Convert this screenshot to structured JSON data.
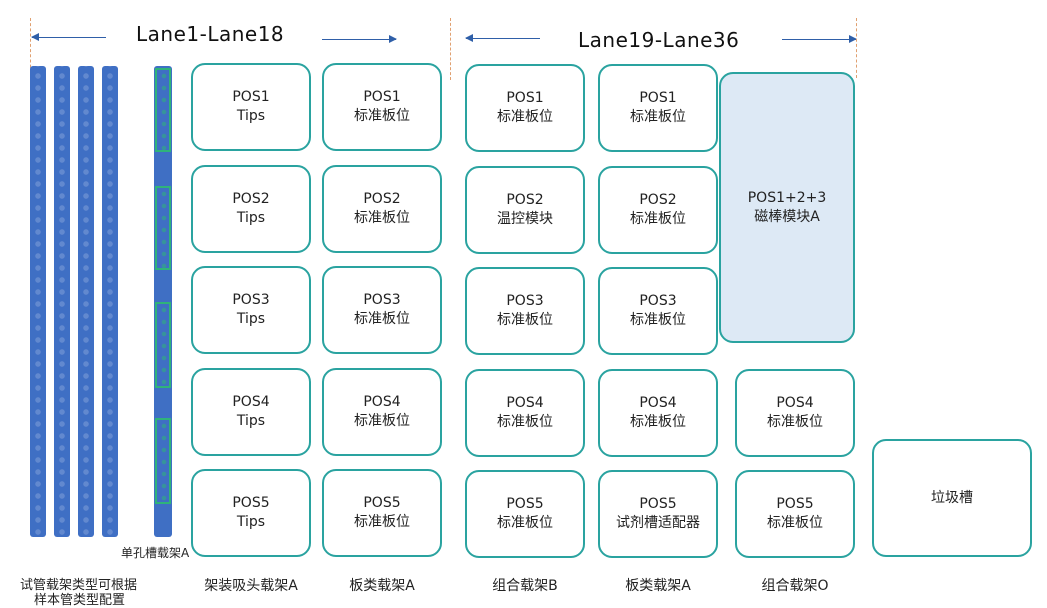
{
  "header": {
    "left_title": "Lane1-Lane18",
    "right_title": "Lane19-Lane36"
  },
  "tube_rack_label_line1": "试管载架类型可根据",
  "tube_rack_label_line2": "样本管类型配置",
  "single_rack_label": "单孔槽载架A",
  "columns": [
    {
      "label": "架装吸头载架A",
      "cells": [
        {
          "line1": "POS1",
          "line2": "Tips"
        },
        {
          "line1": "POS2",
          "line2": "Tips"
        },
        {
          "line1": "POS3",
          "line2": "Tips"
        },
        {
          "line1": "POS4",
          "line2": "Tips"
        },
        {
          "line1": "POS5",
          "line2": "Tips"
        }
      ]
    },
    {
      "label": "板类载架A",
      "cells": [
        {
          "line1": "POS1",
          "line2": "标准板位"
        },
        {
          "line1": "POS2",
          "line2": "标准板位"
        },
        {
          "line1": "POS3",
          "line2": "标准板位"
        },
        {
          "line1": "POS4",
          "line2": "标准板位"
        },
        {
          "line1": "POS5",
          "line2": "标准板位"
        }
      ]
    },
    {
      "label": "组合载架B",
      "cells": [
        {
          "line1": "POS1",
          "line2": "标准板位"
        },
        {
          "line1": "POS2",
          "line2": "温控模块"
        },
        {
          "line1": "POS3",
          "line2": "标准板位"
        },
        {
          "line1": "POS4",
          "line2": "标准板位"
        },
        {
          "line1": "POS5",
          "line2": "标准板位"
        }
      ]
    },
    {
      "label": "板类载架A",
      "cells": [
        {
          "line1": "POS1",
          "line2": "标准板位"
        },
        {
          "line1": "POS2",
          "line2": "标准板位"
        },
        {
          "line1": "POS3",
          "line2": "标准板位"
        },
        {
          "line1": "POS4",
          "line2": "标准板位"
        },
        {
          "line1": "POS5",
          "line2": "试剂槽适配器"
        }
      ]
    },
    {
      "label": "组合载架O",
      "merged": {
        "line1": "POS1+2+3",
        "line2": "磁棒模块A"
      },
      "cells": [
        {
          "line1": "POS4",
          "line2": "标准板位"
        },
        {
          "line1": "POS5",
          "line2": "标准板位"
        }
      ]
    }
  ],
  "waste": {
    "label": "垃圾槽"
  }
}
